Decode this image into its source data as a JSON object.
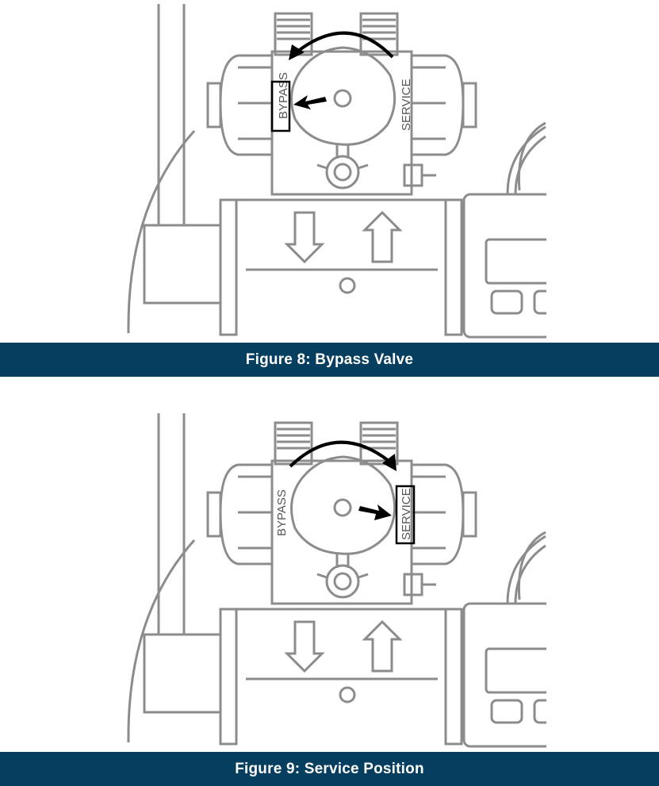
{
  "figures": [
    {
      "caption": "Figure 8: Bypass Valve",
      "left_label": "BYPASS",
      "right_label": "SERVICE",
      "highlight": "bypass"
    },
    {
      "caption": "Figure 9: Service Position",
      "left_label": "BYPASS",
      "right_label": "SERVICE",
      "highlight": "service"
    }
  ],
  "colors": {
    "caption_bar": "#063e60",
    "line_art": "#8c8c8c",
    "arrow": "#000000"
  }
}
